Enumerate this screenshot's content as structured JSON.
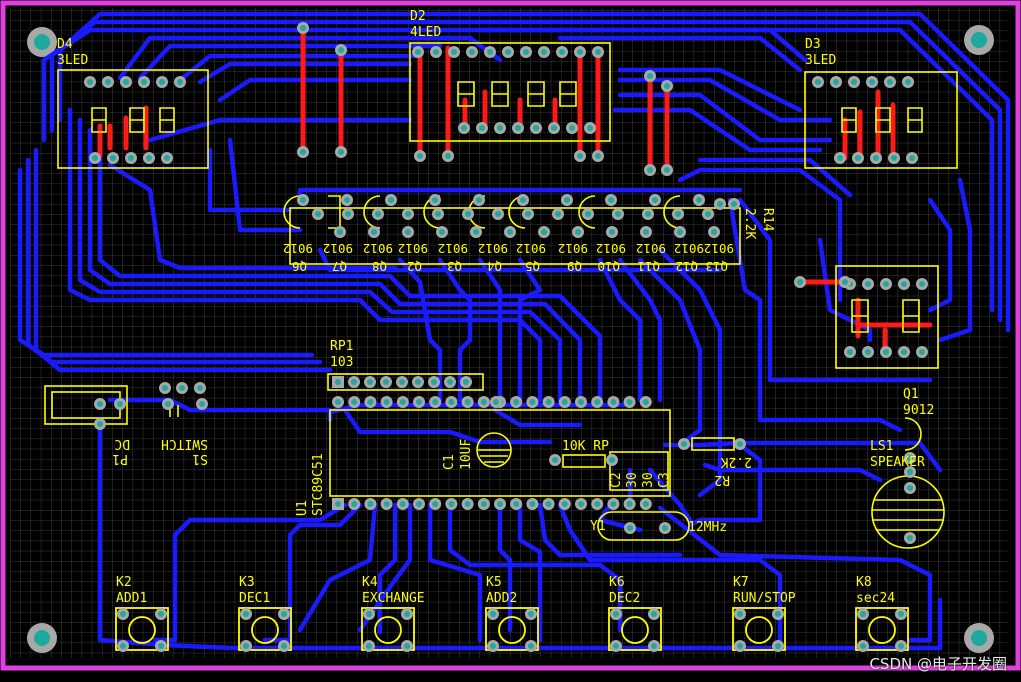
{
  "colors": {
    "background": "#000000",
    "grid": "#4d4d4d",
    "outline": "#e040e0",
    "trace_bottom": "#1a1aff",
    "trace_top": "#ff1a1a",
    "silkscreen": "#ffff00",
    "pad": "#a8a8a8",
    "pad_hole": "#1ea89e"
  },
  "components": {
    "d4": {
      "ref": "D4",
      "value": "3LED"
    },
    "d2": {
      "ref": "D2",
      "value": "4LED"
    },
    "d3": {
      "ref": "D3",
      "value": "3LED"
    },
    "rp1": {
      "ref": "RP1",
      "value": "103"
    },
    "q1": {
      "ref": "Q1",
      "value": "9012"
    },
    "ls1": {
      "ref": "LS1",
      "value": "SPEAKER"
    },
    "u1": {
      "ref": "U1",
      "value": "STC89C51"
    },
    "c1": {
      "ref": "C1",
      "value": "10UF"
    },
    "r_10k": {
      "value": "10K RP"
    },
    "c2": {
      "ref": "C2",
      "value": "30"
    },
    "c3": {
      "ref": "C3",
      "value": "30"
    },
    "y1": {
      "ref": "Y1",
      "value": "12MHz"
    },
    "r2": {
      "ref": "R2",
      "value": "2.2K"
    },
    "r14": {
      "ref": "R14",
      "value": "2.2K"
    },
    "p1": {
      "ref": "P1",
      "value": "DC"
    },
    "s1": {
      "ref": "S1",
      "value": "SWITCH"
    }
  },
  "transistor_labels": [
    "Q6",
    "Q7",
    "Q8",
    "Q2",
    "Q3",
    "Q4",
    "Q5",
    "Q9",
    "Q10",
    "Q11",
    "Q12",
    "Q13"
  ],
  "transistor_values": [
    "9012",
    "9012",
    "9012",
    "9012",
    "9012",
    "9012",
    "9012",
    "9012",
    "9012",
    "9012",
    "9012",
    "9012"
  ],
  "keys": [
    {
      "ref": "K2",
      "label": "ADD1"
    },
    {
      "ref": "K3",
      "label": "DEC1"
    },
    {
      "ref": "K4",
      "label": "EXCHANGE"
    },
    {
      "ref": "K5",
      "label": "ADD2"
    },
    {
      "ref": "K6",
      "label": "DEC2"
    },
    {
      "ref": "K7",
      "label": "RUN/STOP"
    },
    {
      "ref": "K8",
      "label": "sec24"
    }
  ],
  "watermark": "CSDN @电子开发圈"
}
